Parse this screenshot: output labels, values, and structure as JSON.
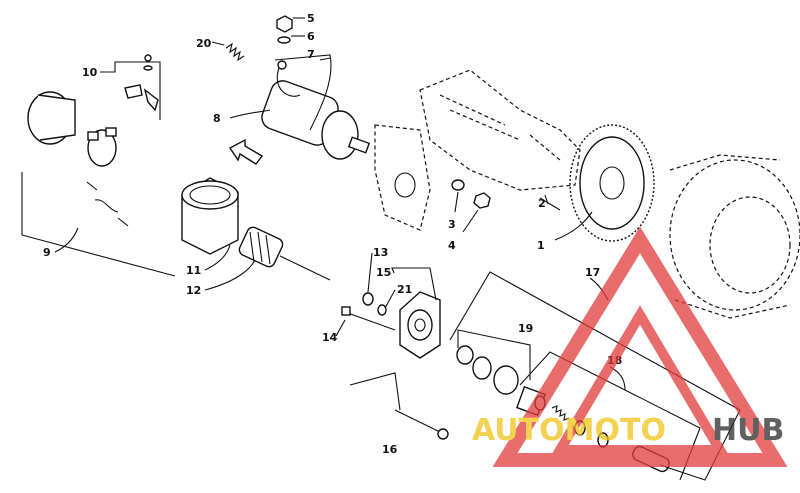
{
  "callouts": [
    "1",
    "2",
    "3",
    "4",
    "5",
    "6",
    "7",
    "8",
    "9",
    "10",
    "11",
    "12",
    "13",
    "14",
    "15",
    "16",
    "17",
    "18",
    "19",
    "20",
    "21"
  ],
  "watermark": {
    "left_text": "AUTOMOTO",
    "right_text": "HUB",
    "left_color": "#f0c419",
    "right_color": "#2b2b2b",
    "logo_color": "#e23b3b"
  }
}
